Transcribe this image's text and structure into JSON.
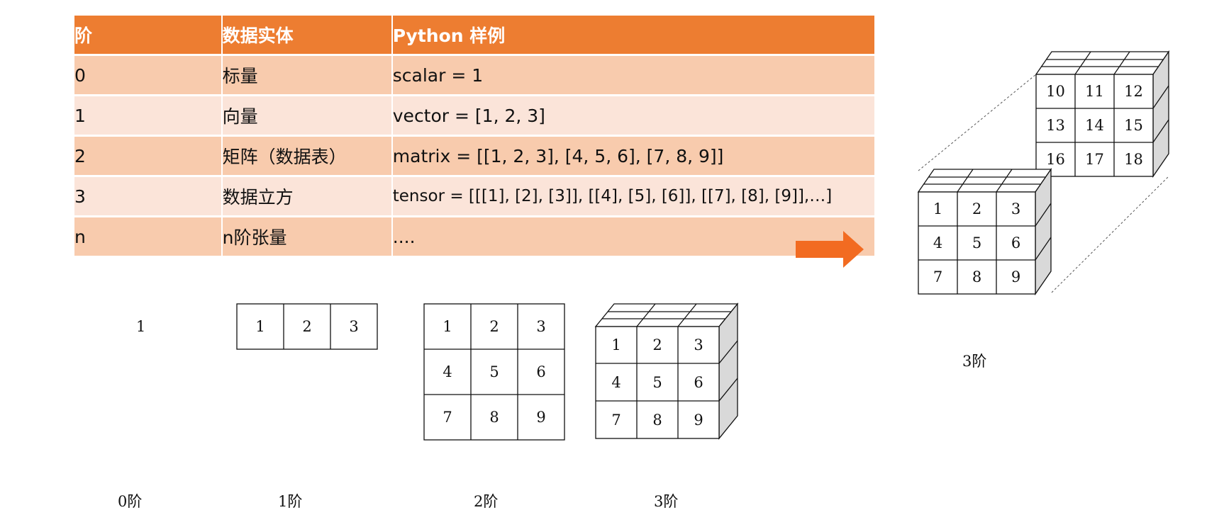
{
  "table": {
    "headers": [
      "阶",
      "数据实体",
      "Python 样例"
    ],
    "rows": [
      [
        "0",
        "标量",
        "scalar = 1"
      ],
      [
        "1",
        "向量",
        "vector = [1, 2, 3]"
      ],
      [
        "2",
        "矩阵（数据表）",
        "matrix = [[1, 2, 3], [4, 5, 6], [7, 8, 9]]"
      ],
      [
        "3",
        "数据立方",
        "tensor = [[[1], [2], [3]], [[4], [5], [6]], [[7], [8], [9]],…]"
      ],
      [
        "n",
        "n阶张量",
        "...."
      ]
    ]
  },
  "colors": {
    "header": "#ED7D31",
    "row_odd": "#F8CBAD",
    "row_even": "#FBE4D9",
    "arrow": "#F26B21"
  },
  "illustrations": {
    "scalar": {
      "value": "1",
      "caption": "0阶"
    },
    "vector": {
      "values": [
        "1",
        "2",
        "3"
      ],
      "caption": "1阶"
    },
    "matrix": {
      "values": [
        "1",
        "2",
        "3",
        "4",
        "5",
        "6",
        "7",
        "8",
        "9"
      ],
      "caption": "2阶"
    },
    "cube": {
      "values": [
        "1",
        "2",
        "3",
        "4",
        "5",
        "6",
        "7",
        "8",
        "9"
      ],
      "caption": "3阶"
    },
    "tensor_front": {
      "values": [
        "1",
        "2",
        "3",
        "4",
        "5",
        "6",
        "7",
        "8",
        "9"
      ]
    },
    "tensor_back": {
      "values": [
        "10",
        "11",
        "12",
        "13",
        "14",
        "15",
        "16",
        "17",
        "18"
      ]
    },
    "tensor_caption": "3阶"
  }
}
